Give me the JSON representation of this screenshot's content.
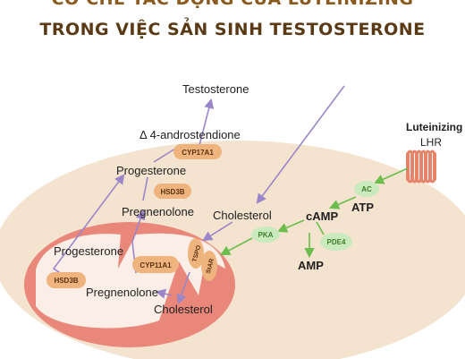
{
  "title": {
    "line1": "CƠ CHẾ TÁC ĐỘNG CỦA LUTEINIZING",
    "line2": "TRONG VIỆC SẢN SINH TESTOSTERONE"
  },
  "labels": {
    "testosterone": "Testosterone",
    "androstendione": "Δ 4-androstendione",
    "progesterone_top": "Progesterone",
    "pregnenolone_top": "Pregnenolone",
    "cholesterol_cyto": "Cholesterol",
    "camp": "cAMP",
    "atp": "ATP",
    "amp": "AMP",
    "luteinizing": "Luteinizing",
    "lhr": "LHR",
    "progesterone_mito": "Progesterone",
    "pregnenolone_mito": "Pregnenolone",
    "cholesterol_mito": "Cholesterol"
  },
  "enzymes": {
    "cyp17a1": "CYP17A1",
    "hsd3b_top": "HSD3B",
    "cyp11a1": "CYP11A1",
    "hsd3b_mito": "HSD3B",
    "tspo": "TSPO",
    "star": "StAR",
    "ac": "AC",
    "pka": "PKA",
    "pde4": "PDE4"
  },
  "colors": {
    "cell": "#f3e3cf",
    "mito_outer": "#e8877a",
    "mito_inner": "#fbeee6",
    "orange_enzyme": "#efb47e",
    "green_enzyme": "#c9eabc",
    "green_arrow": "#6bbd4c",
    "purple_arrow": "#9b86c9",
    "receptor": "#e5846a"
  }
}
